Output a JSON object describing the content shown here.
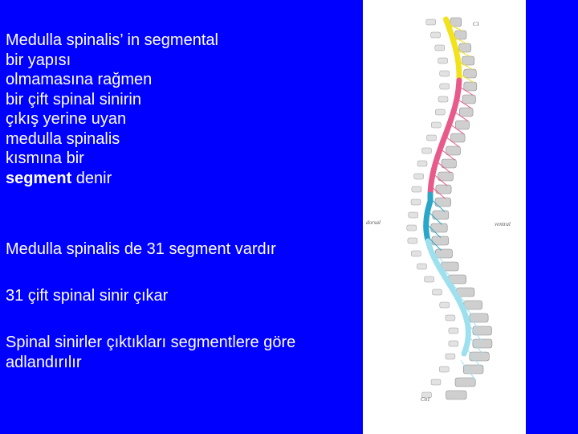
{
  "definition": {
    "line1": "Medulla spinalis’ in segmental",
    "line2": "bir yapısı",
    "line3": "olmamasına rağmen",
    "line4": "bir çift spinal sinirin",
    "line5": "çıkış yerine uyan",
    "line6": "medulla spinalis",
    "line7": "kısmına bir",
    "term": "segment",
    "term_suffix": " denir"
  },
  "facts": {
    "segment_count": "Medulla spinalis de 31 segment vardır",
    "nerve_count": "31 çift spinal sinir çıkar",
    "naming_line1": "Spinal sinirler çıktıkları segmentlere göre",
    "naming_line2": "adlandırılır"
  },
  "figure": {
    "label_dorsal": "dorsal",
    "label_ventral": "ventral",
    "label_top": "C1",
    "label_bottom": "Co1",
    "colors": {
      "cervical": "#f2e21c",
      "thoracic": "#e85a8a",
      "lumbar": "#2aa6c8",
      "sacral": "#9ee0ee",
      "bone": "#cfcfcf"
    }
  }
}
